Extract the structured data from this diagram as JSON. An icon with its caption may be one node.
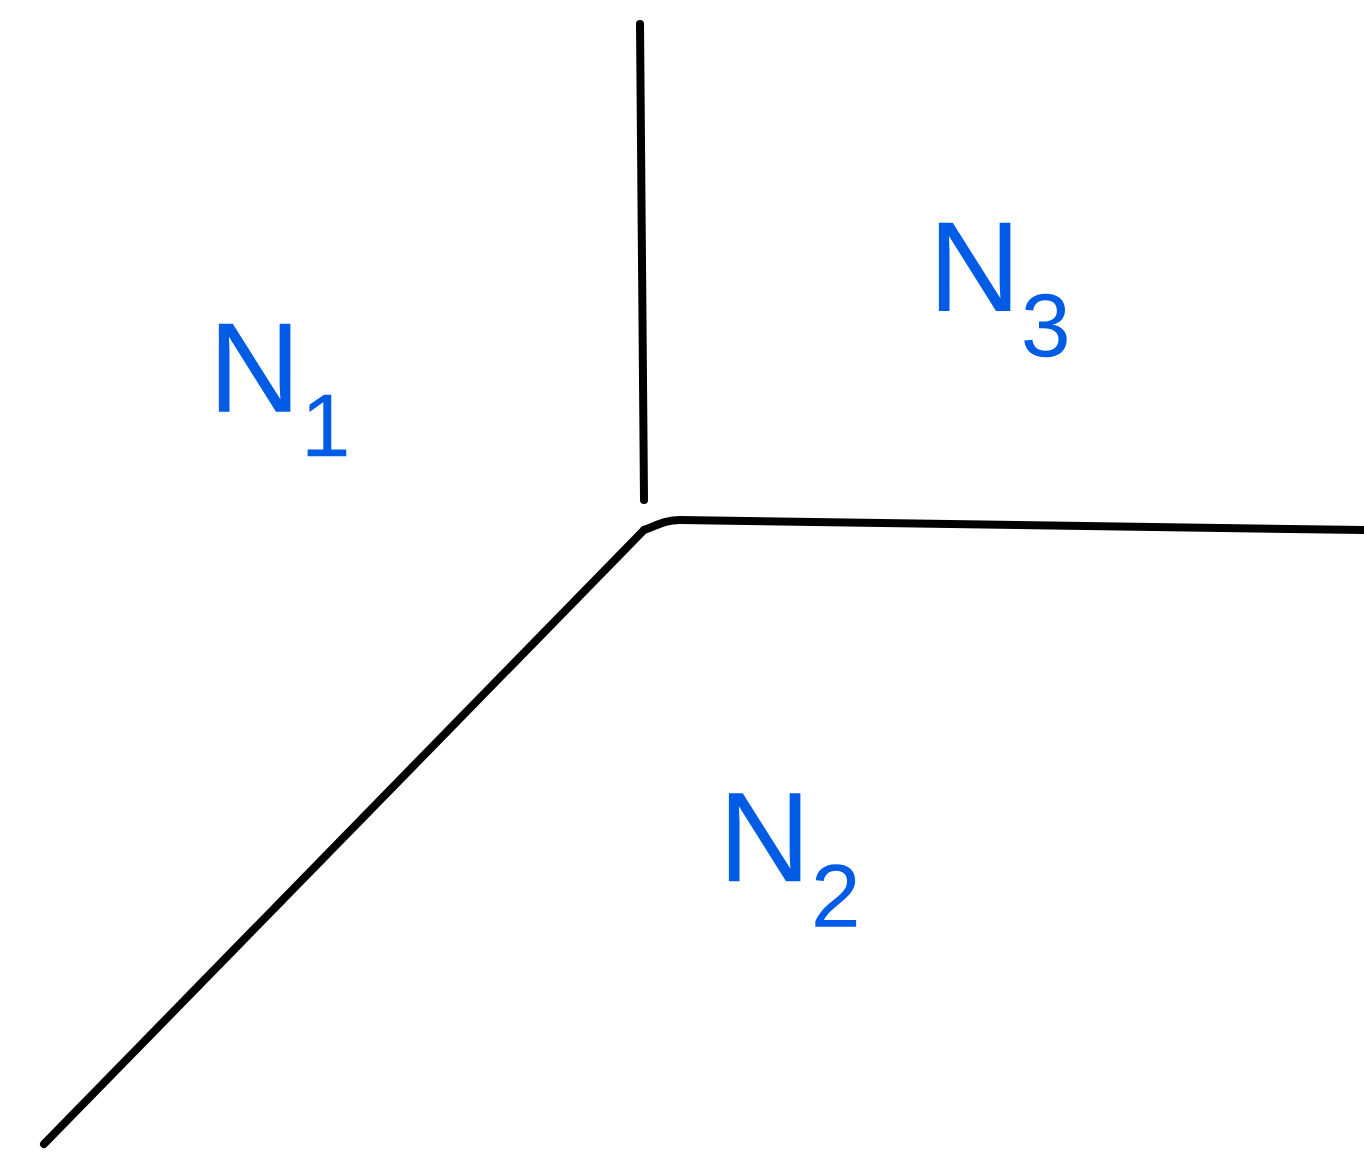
{
  "diagram": {
    "labels": [
      "N$_{1}$",
      "N$_{3}$",
      "N$_{2}$"
    ]
  }
}
